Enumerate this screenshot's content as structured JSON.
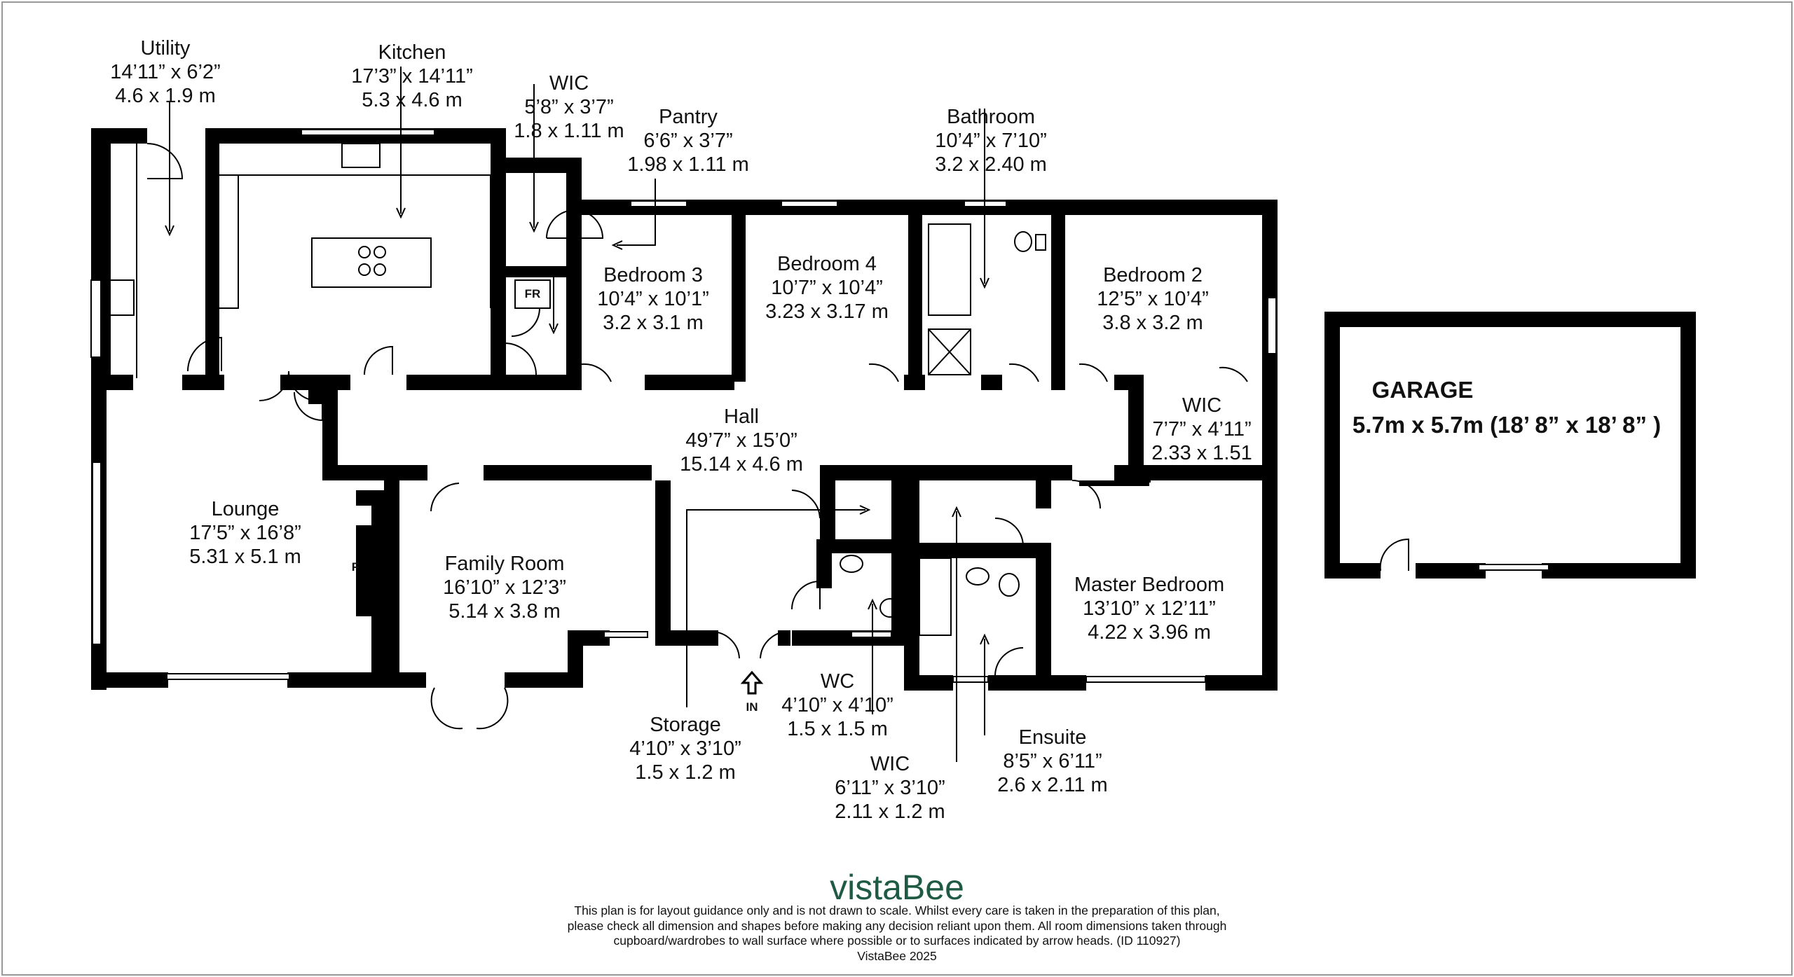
{
  "rooms": {
    "utility": {
      "name": "Utility",
      "imperial": "14’11” x 6’2”",
      "metric": "4.6 x 1.9 m"
    },
    "kitchen": {
      "name": "Kitchen",
      "imperial": "17’3” x 14’11”",
      "metric": "5.3 x 4.6 m"
    },
    "wic_top": {
      "name": "WIC",
      "imperial": "5’8” x 3’7”",
      "metric": "1.8 x 1.11 m"
    },
    "pantry": {
      "name": "Pantry",
      "imperial": "6’6” x 3’7”",
      "metric": "1.98 x 1.11 m"
    },
    "bathroom": {
      "name": "Bathroom",
      "imperial": "10’4” x 7’10”",
      "metric": "3.2 x 2.40 m"
    },
    "bedroom3": {
      "name": "Bedroom 3",
      "imperial": "10’4” x 10’1”",
      "metric": "3.2 x 3.1 m"
    },
    "bedroom4": {
      "name": "Bedroom 4",
      "imperial": "10’7” x 10’4”",
      "metric": "3.23 x 3.17 m"
    },
    "bedroom2": {
      "name": "Bedroom 2",
      "imperial": "12’5” x 10’4”",
      "metric": "3.8 x 3.2 m"
    },
    "hall": {
      "name": "Hall",
      "imperial": "49’7” x 15’0”",
      "metric": "15.14  x 4.6 m"
    },
    "wic_right": {
      "name": "WIC",
      "imperial": "7’7” x 4’11”",
      "metric": "2.33 x 1.51"
    },
    "lounge": {
      "name": "Lounge",
      "imperial": "17’5” x 16’8”",
      "metric": "5.31 x 5.1 m"
    },
    "family": {
      "name": "Family Room",
      "imperial": "16’10” x 12’3”",
      "metric": "5.14 x 3.8 m"
    },
    "master": {
      "name": "Master Bedroom",
      "imperial": "13’10” x 12’11”",
      "metric": "4.22 x 3.96 m"
    },
    "storage": {
      "name": "Storage",
      "imperial": "4’10” x 3’10”",
      "metric": "1.5 x 1.2 m"
    },
    "wc": {
      "name": "WC",
      "imperial": "4’10” x 4’10”",
      "metric": "1.5 x 1.5 m"
    },
    "wic_bottom": {
      "name": "WIC",
      "imperial": "6’11” x 3’10”",
      "metric": "2.11 x 1.2 m"
    },
    "ensuite": {
      "name": "Ensuite",
      "imperial": "8’5” x 6’11”",
      "metric": "2.6 x 2.11 m"
    }
  },
  "garage": {
    "name": "GARAGE",
    "size": "5.7m x 5.7m (18’ 8” x 18’ 8” )"
  },
  "fixtures": {
    "fridge": "FR",
    "fireplace": "F",
    "entrance": "IN"
  },
  "brand": "vistaBee",
  "disclaimer": {
    "line1": "This plan is for layout guidance only and is not drawn to scale. Whilst every care is taken in the preparation of this plan,",
    "line2": "please check all dimension and shapes before making any decision reliant upon them. All room dimensions taken through",
    "line3": "cupboard/wardrobes to wall surface where possible or to surfaces indicated by arrow heads. (ID 110927)",
    "line4": "VistaBee 2025"
  },
  "colors": {
    "walls": "#000000",
    "brand": "#1f5a44",
    "background": "#ffffff"
  }
}
